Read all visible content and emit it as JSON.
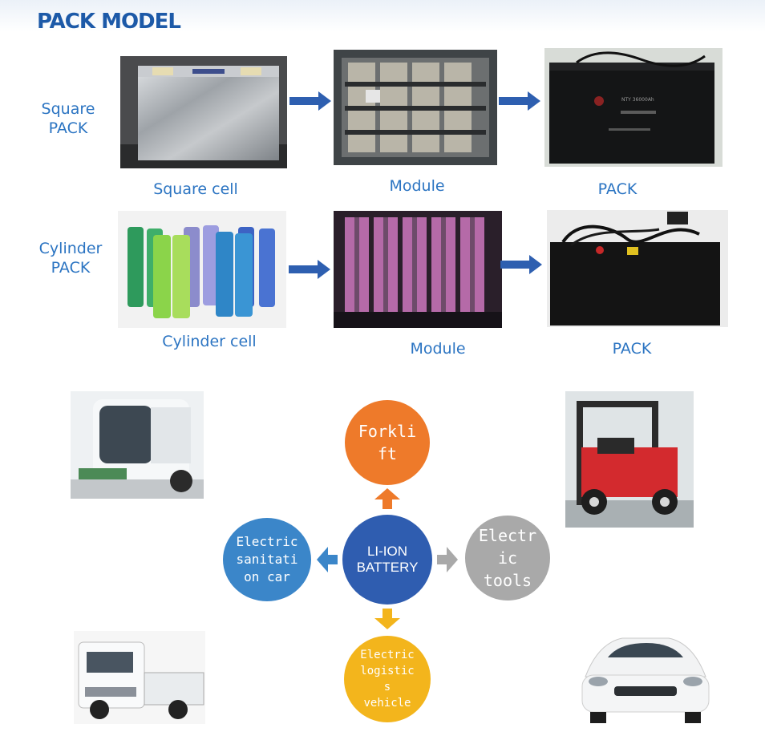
{
  "title": "PACK MODEL",
  "rows": [
    {
      "label_line1": "Square",
      "label_line2": "PACK",
      "cell_caption": "Square cell",
      "module_caption": "Module",
      "pack_caption": "PACK"
    },
    {
      "label_line1": "Cylinder",
      "label_line2": "PACK",
      "cell_caption": "Cylinder cell",
      "module_caption": "Module",
      "pack_caption": "PACK"
    }
  ],
  "center": {
    "line1": "LI-ION",
    "line2": "BATTERY"
  },
  "nodes": {
    "top": {
      "line1": "Forkli",
      "line2": "ft"
    },
    "left": {
      "line1": "Electric",
      "line2": "sanitati",
      "line3": "on car"
    },
    "right": {
      "line1": "Electr",
      "line2": "ic",
      "line3": "tools"
    },
    "bottom": {
      "line1": "Electric",
      "line2": "logistic",
      "line3": "s",
      "line4": "vehicle"
    }
  },
  "pack_label_text": "NTY 36000Ah",
  "colors": {
    "title": "#1d5aa8",
    "label": "#2b74c2",
    "arrow_blue": "#2e5fb0",
    "center": "#2f5db0",
    "forklift": "#ee7a2a",
    "sanitation": "#3b86c9",
    "tools": "#a9a9a9",
    "logistics": "#f3b51c"
  }
}
